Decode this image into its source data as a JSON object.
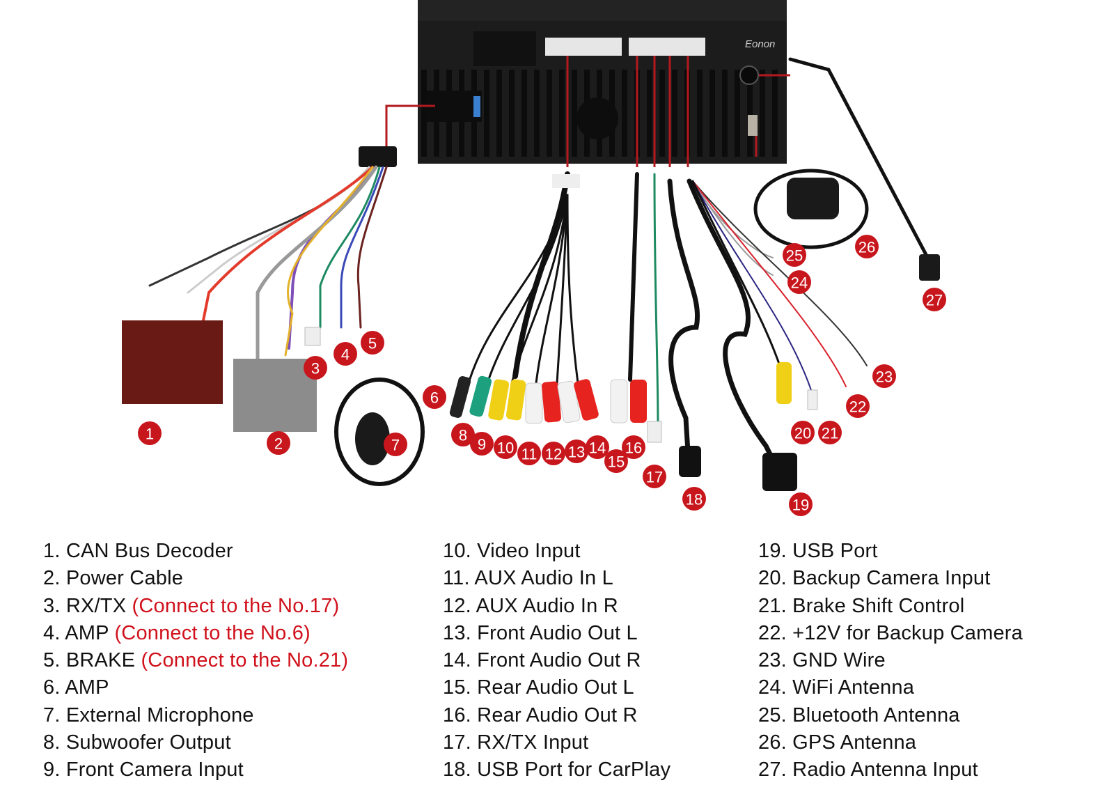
{
  "brand": {
    "logo_text": "Eonon"
  },
  "colors": {
    "badge": "#c8161d",
    "note_text": "#d0111b",
    "leader_line": "#b3191e",
    "unit_body": "#1c1c1c"
  },
  "callouts": [
    {
      "n": "1"
    },
    {
      "n": "2"
    },
    {
      "n": "3"
    },
    {
      "n": "4"
    },
    {
      "n": "5"
    },
    {
      "n": "6"
    },
    {
      "n": "7"
    },
    {
      "n": "8"
    },
    {
      "n": "9"
    },
    {
      "n": "10"
    },
    {
      "n": "11"
    },
    {
      "n": "12"
    },
    {
      "n": "13"
    },
    {
      "n": "14"
    },
    {
      "n": "15"
    },
    {
      "n": "16"
    },
    {
      "n": "17"
    },
    {
      "n": "18"
    },
    {
      "n": "19"
    },
    {
      "n": "20"
    },
    {
      "n": "21"
    },
    {
      "n": "22"
    },
    {
      "n": "23"
    },
    {
      "n": "24"
    },
    {
      "n": "25"
    },
    {
      "n": "26"
    },
    {
      "n": "27"
    }
  ],
  "legend": {
    "col1": [
      {
        "label": "1. CAN Bus Decoder",
        "note": ""
      },
      {
        "label": "2. Power Cable",
        "note": ""
      },
      {
        "label": "3. RX/TX",
        "note": "(Connect to the No.17)"
      },
      {
        "label": "4. AMP",
        "note": "(Connect to the No.6)"
      },
      {
        "label": "5. BRAKE",
        "note": "(Connect to the No.21)"
      },
      {
        "label": "6. AMP",
        "note": ""
      },
      {
        "label": "7. External Microphone",
        "note": ""
      },
      {
        "label": "8. Subwoofer Output",
        "note": ""
      },
      {
        "label": "9. Front Camera Input",
        "note": ""
      }
    ],
    "col2": [
      {
        "label": "10. Video Input",
        "note": ""
      },
      {
        "label": "11. AUX Audio In L",
        "note": ""
      },
      {
        "label": "12. AUX Audio In R",
        "note": ""
      },
      {
        "label": "13. Front Audio Out L",
        "note": ""
      },
      {
        "label": "14. Front Audio Out R",
        "note": ""
      },
      {
        "label": "15. Rear Audio Out L",
        "note": ""
      },
      {
        "label": "16. Rear Audio Out R",
        "note": ""
      },
      {
        "label": "17. RX/TX Input",
        "note": ""
      },
      {
        "label": "18. USB Port for CarPlay",
        "note": ""
      }
    ],
    "col3": [
      {
        "label": "19. USB Port",
        "note": ""
      },
      {
        "label": "20. Backup Camera Input",
        "note": ""
      },
      {
        "label": "21. Brake Shift Control",
        "note": ""
      },
      {
        "label": "22. +12V for Backup Camera",
        "note": ""
      },
      {
        "label": "23. GND Wire",
        "note": ""
      },
      {
        "label": "24. WiFi Antenna",
        "note": ""
      },
      {
        "label": "25. Bluetooth Antenna",
        "note": ""
      },
      {
        "label": "26. GPS Antenna",
        "note": ""
      },
      {
        "label": "27. Radio Antenna Input",
        "note": ""
      }
    ]
  }
}
